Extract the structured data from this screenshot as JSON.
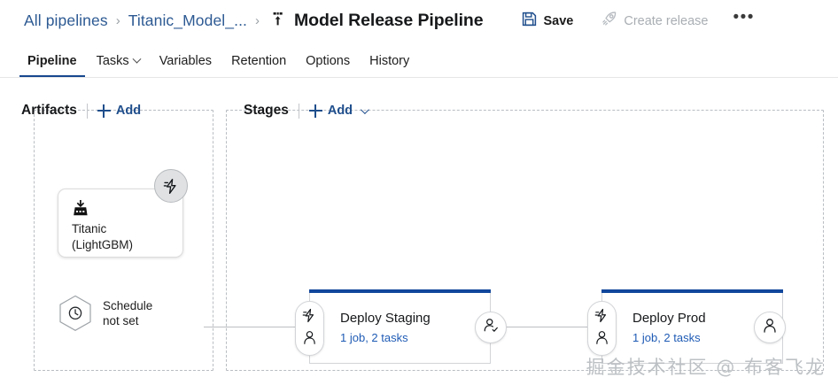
{
  "header": {
    "breadcrumb": [
      {
        "label": "All pipelines",
        "name": "breadcrumb-all-pipelines"
      },
      {
        "label": "Titanic_Model_...",
        "name": "breadcrumb-titanic-model"
      }
    ],
    "separator": "›",
    "release_icon": "release-pipeline-icon",
    "title": "Model Release Pipeline",
    "actions": [
      {
        "label": "Save",
        "icon": "save-icon",
        "disabled": false
      },
      {
        "label": "Create release",
        "icon": "rocket-icon",
        "disabled": true
      }
    ],
    "more_label": "•••"
  },
  "tabs": [
    {
      "label": "Pipeline",
      "active": true,
      "caret": false
    },
    {
      "label": "Tasks",
      "active": false,
      "caret": true
    },
    {
      "label": "Variables",
      "active": false,
      "caret": false
    },
    {
      "label": "Retention",
      "active": false,
      "caret": false
    },
    {
      "label": "Options",
      "active": false,
      "caret": false
    },
    {
      "label": "History",
      "active": false,
      "caret": false
    }
  ],
  "artifacts_panel": {
    "title": "Artifacts",
    "add_label": "Add",
    "node": {
      "icon": "artifact-download-icon",
      "line1": "Titanic",
      "line2": "(LightGBM)",
      "trigger_icon": "continuous-deployment-trigger-icon"
    },
    "schedule": {
      "icon": "clock-hexagon-icon",
      "line1": "Schedule",
      "line2": "not set"
    }
  },
  "stages_panel": {
    "title": "Stages",
    "add_label": "Add",
    "stages": [
      {
        "name": "Deploy Staging",
        "summary": "1 job, 2 tasks",
        "pre_icons": [
          "trigger-lightning-icon",
          "pre-deployment-approval-person-icon"
        ],
        "post_icon": "post-deployment-approval-person-check-icon",
        "accent": "#11479b"
      },
      {
        "name": "Deploy Prod",
        "summary": "1 job, 2 tasks",
        "pre_icons": [
          "trigger-lightning-icon",
          "pre-deployment-approval-person-icon"
        ],
        "post_icon": "post-deployment-approval-person-icon",
        "accent": "#11479b"
      }
    ]
  },
  "watermark": "掘金技术社区 @ 布客飞龙",
  "colors": {
    "link": "#2d5a93",
    "accent_blue": "#1f4e8c",
    "stage_accent": "#11479b",
    "sub_text_blue": "#1f5bb5",
    "dashed_border": "#b9bdc2",
    "disabled_text": "#a9aeb3"
  }
}
